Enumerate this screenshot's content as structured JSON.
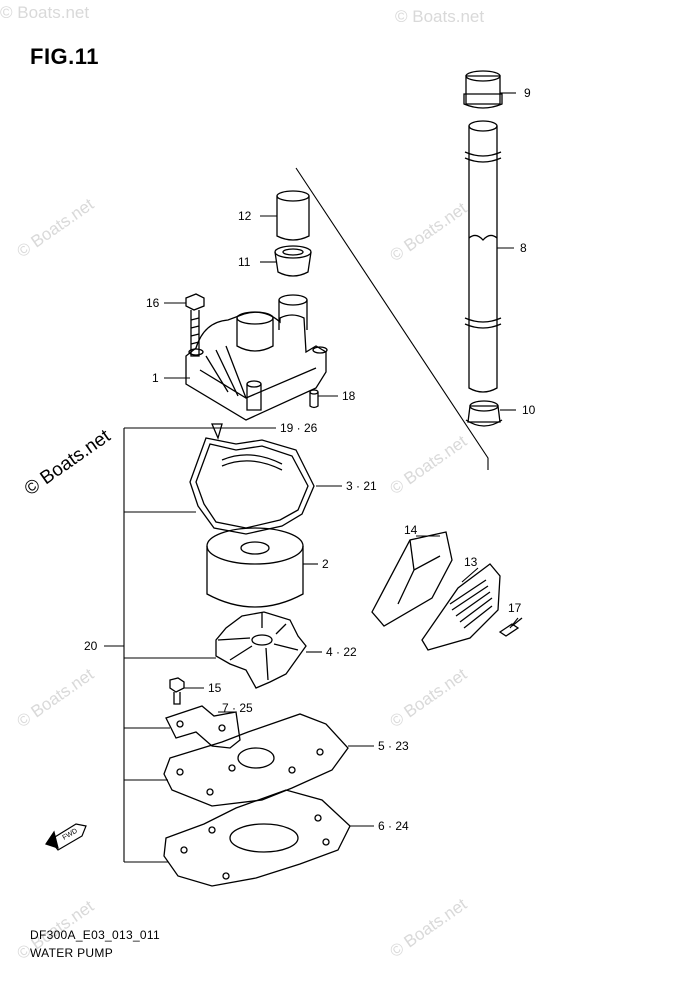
{
  "figure": {
    "title": "FIG.11"
  },
  "watermark": {
    "text": "© Boats.net",
    "color": "#d9d9d9"
  },
  "callouts": {
    "c1": "1",
    "c2": "2",
    "c3": "3 · 21",
    "c4": "4 · 22",
    "c5": "5 · 23",
    "c6": "6 · 24",
    "c7": "7 · 25",
    "c8": "8",
    "c9": "9",
    "c10": "10",
    "c11": "11",
    "c12": "12",
    "c13": "13",
    "c14": "14",
    "c15": "15",
    "c16": "16",
    "c17": "17",
    "c18": "18",
    "c19": "19 · 26",
    "c20": "20"
  },
  "direction_icon": "fwd-arrow-icon",
  "footer": {
    "code": "DF300A_E03_013_011",
    "name": "WATER PUMP"
  }
}
